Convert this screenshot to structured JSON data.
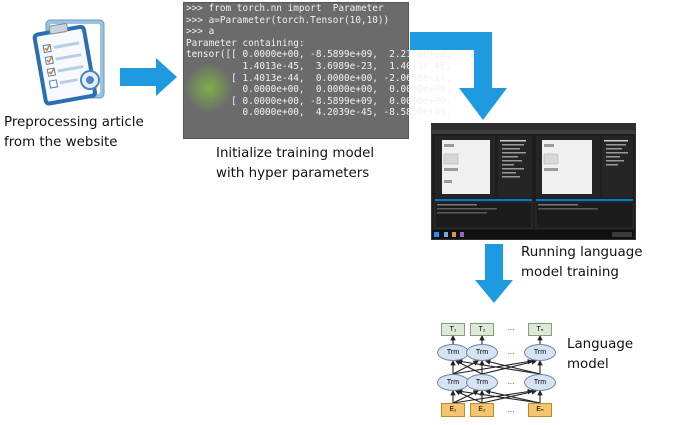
{
  "steps": [
    {
      "caption_line1": "Preprocessing article",
      "caption_line2": "from the website"
    },
    {
      "caption_line1": "Initialize training model",
      "caption_line2": "with hyper parameters"
    },
    {
      "caption_line1": "Running language",
      "caption_line2": "model training"
    },
    {
      "caption_line1": "Language model"
    }
  ],
  "code_lines": [
    ">>> from torch.nn import  Parameter",
    ">>> a=Parameter(torch.Tensor(10,10))",
    ">>> a",
    "Parameter containing:",
    "tensor([[ 0.0000e+00, -8.5899e+09,  2.2190e+36,",
    "          1.4013e-45,  3.6989e-23,  1.4013e-45,",
    "        [ 1.4013e-44,  0.0000e+00, -2.0658e-14,",
    "          0.0000e+00,  0.0000e+00,  0.0000e+00,",
    "        [ 0.0000e+00, -8.5899e+09,  0.0000e+00,",
    "          0.0000e+00,  4.2039e-45, -8.5899e+09,"
  ],
  "language_model": {
    "top_labels": [
      "T₁",
      "T₂",
      "...",
      "Tₙ"
    ],
    "trm_label": "Trm",
    "ellipsis": "...",
    "bottom_labels": [
      "E₁",
      "E₂",
      "...",
      "Eₙ"
    ]
  },
  "colors": {
    "arrow": "#1e9be0",
    "token_green": "#dfe9d7",
    "token_green_border": "#8a9a80",
    "trm_fill": "#d5e3f3",
    "trm_border": "#6f86a8",
    "embed_fill": "#f6c66e",
    "embed_border": "#b38b33"
  }
}
